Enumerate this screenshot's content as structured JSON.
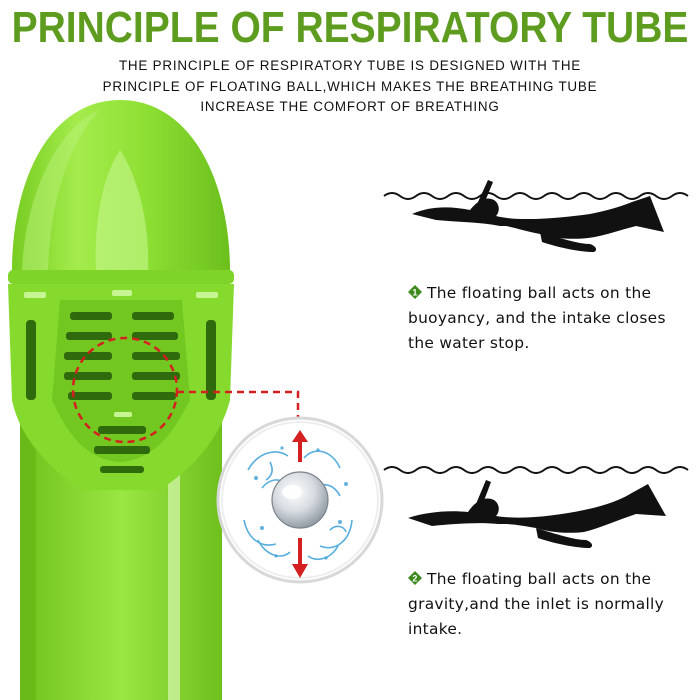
{
  "header": {
    "title": "PRINCIPLE OF RESPIRATORY TUBE",
    "subtitle_lines": [
      "THE PRINCIPLE OF RESPIRATORY TUBE IS DESIGNED WITH THE",
      "PRINCIPLE OF FLOATING BALL,WHICH MAKES THE BREATHING TUBE",
      "INCREASE THE COMFORT OF BREATHING"
    ]
  },
  "captions": [
    {
      "badge_number": "1",
      "lines": [
        "The floating ball acts on the",
        "buoyancy, and the intake closes",
        "the water stop."
      ]
    },
    {
      "badge_number": "2",
      "lines": [
        "The floating ball acts on the",
        "gravity,and the inlet is normally",
        "intake."
      ]
    }
  ],
  "colors": {
    "title_green": "#5e9c20",
    "tube_green": "#8ee032",
    "tube_dark": "#63b51a",
    "badge_green": "#3f8a1e",
    "callout_red": "#d42020",
    "water_blue": "#3aa0d8"
  },
  "icons": [
    "snorkel-mask-tube",
    "floating-ball-icon",
    "swimmer-silhouette",
    "water-wave-line",
    "arrow-up-icon",
    "arrow-down-icon"
  ]
}
